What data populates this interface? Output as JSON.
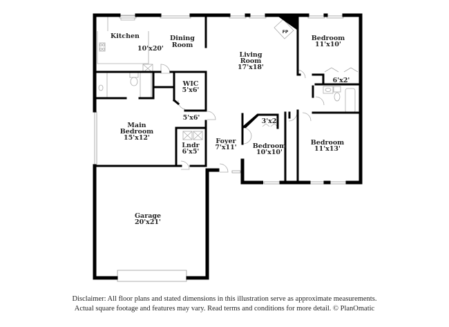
{
  "floorplan": {
    "rooms": [
      {
        "id": "kitchen",
        "label": "Kitchen",
        "dims": ""
      },
      {
        "id": "kitchen-dining-dims",
        "label": "",
        "dims": "10'x20'"
      },
      {
        "id": "dining",
        "label": "Dining Room",
        "dims": ""
      },
      {
        "id": "living",
        "label": "Living Room",
        "dims": "17'x18'"
      },
      {
        "id": "bedroom-ne",
        "label": "Bedroom",
        "dims": "11'x10'"
      },
      {
        "id": "closet-ne",
        "label": "",
        "dims": "6'x2'"
      },
      {
        "id": "wic",
        "label": "WIC",
        "dims": "5'x6'"
      },
      {
        "id": "hall",
        "label": "",
        "dims": "5'x6'"
      },
      {
        "id": "main-bedroom",
        "label": "Main Bedroom",
        "dims": "15'x12'"
      },
      {
        "id": "laundry",
        "label": "Lndr",
        "dims": "6'x5'"
      },
      {
        "id": "foyer",
        "label": "Foyer",
        "dims": "7'x11'"
      },
      {
        "id": "closet-center",
        "label": "",
        "dims": "3'x2'"
      },
      {
        "id": "bedroom-center",
        "label": "Bedroom",
        "dims": "10'x10'"
      },
      {
        "id": "bedroom-se",
        "label": "Bedroom",
        "dims": "11'x13'"
      },
      {
        "id": "garage",
        "label": "Garage",
        "dims": "20'x21'"
      }
    ],
    "fireplace_label": "FP"
  },
  "labels": {
    "kitchen": "Kitchen",
    "kitchen_dims": "10'x20'",
    "dining_1": "Dining",
    "dining_2": "Room",
    "living_1": "Living",
    "living_2": "Room",
    "living_dims": "17'x18'",
    "bed_ne": "Bedroom",
    "bed_ne_dims": "11'x10'",
    "closet_ne_dims": "6'x2'",
    "wic": "WIC",
    "wic_dims": "5'x6'",
    "hall_dims": "5'x6'",
    "main_1": "Main",
    "main_2": "Bedroom",
    "main_dims": "15'x12'",
    "lndr": "Lndr",
    "lndr_dims": "6'x5'",
    "foyer": "Foyer",
    "foyer_dims": "7'x11'",
    "closet_c_dims": "3'x2'",
    "bed_c": "Bedroom",
    "bed_c_dims": "10'x10'",
    "bed_se": "Bedroom",
    "bed_se_dims": "11'x13'",
    "garage": "Garage",
    "garage_dims": "20'x21'",
    "fp": "FP"
  },
  "disclaimer": {
    "line1": "Disclaimer: All floor plans and stated dimensions in this illustration serve as approximate measurements.",
    "line2": "Actual square footage and features may vary. Read terms and conditions for more detail. © PlanOmatic"
  }
}
